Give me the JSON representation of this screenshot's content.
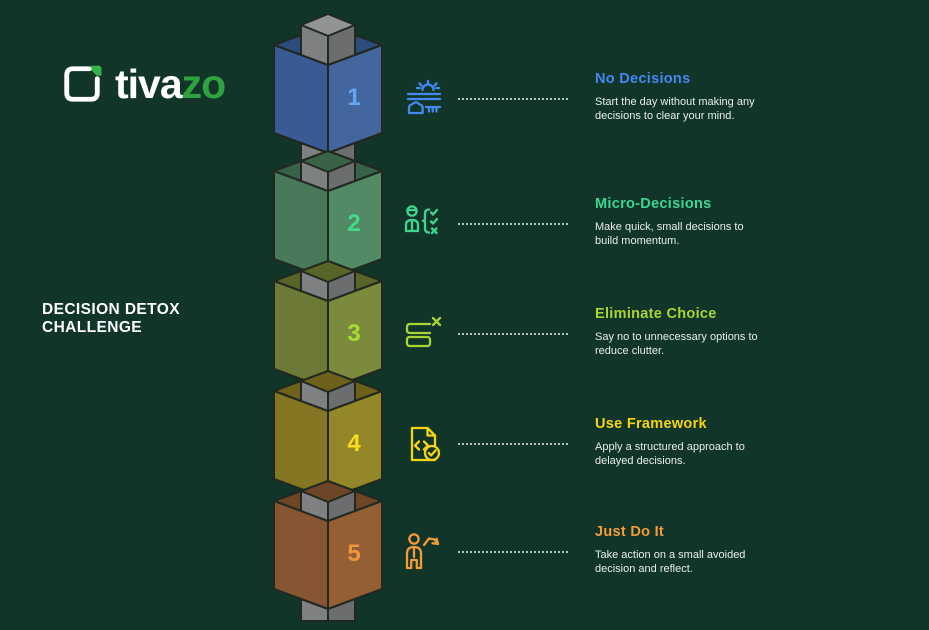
{
  "canvas": {
    "background": "#113629",
    "outline_color": "#20281f",
    "dotted_line_color": "#b9c4be",
    "description_text_color": "#e9ede9"
  },
  "logo": {
    "icon": "tivazo-logo-icon",
    "brand_first": "tiva",
    "brand_last": "zo",
    "accent_color": "#2fa33f",
    "mark_color": "#ffffff",
    "mark_accent": "#35b24a"
  },
  "title": "DECISION DETOX CHALLENGE",
  "pole": {
    "top": "#929394",
    "left": "#7f8081",
    "right": "#6c6d6e"
  },
  "steps": [
    {
      "number": "1",
      "title": "No Decisions",
      "description": "Start the day without making any decisions to clear your mind.",
      "accent": "#4588f0",
      "icon": "sunrise-icon",
      "cube": {
        "inner": "#2d4b7d",
        "left": "#3a5a96",
        "right": "#44669e",
        "number_color": "#64a6f6"
      }
    },
    {
      "number": "2",
      "title": "Micro-Decisions",
      "description": "Make quick, small decisions to build momentum.",
      "accent": "#3ed68e",
      "icon": "person-checklist-icon",
      "cube": {
        "inner": "#3a6249",
        "left": "#48795a",
        "right": "#528a66",
        "number_color": "#45d98b"
      }
    },
    {
      "number": "3",
      "title": "Eliminate Choice",
      "description": "Say no to unnecessary options to reduce clutter.",
      "accent": "#a9d433",
      "icon": "remove-option-icon",
      "cube": {
        "inner": "#596428",
        "left": "#6d7936",
        "right": "#7b8a3d",
        "number_color": "#a5dd35"
      }
    },
    {
      "number": "4",
      "title": "Use Framework",
      "description": "Apply a structured approach to delayed decisions.",
      "accent": "#f6d413",
      "icon": "framework-document-icon",
      "cube": {
        "inner": "#6d611c",
        "left": "#847623",
        "right": "#94872a",
        "number_color": "#f8dc1f"
      }
    },
    {
      "number": "5",
      "title": "Just Do It",
      "description": "Take action on a small avoided decision and reflect.",
      "accent": "#f29b38",
      "icon": "person-action-arrow-icon",
      "cube": {
        "inner": "#6e4627",
        "left": "#855631",
        "right": "#955f36",
        "number_color": "#f0953c"
      }
    }
  ]
}
